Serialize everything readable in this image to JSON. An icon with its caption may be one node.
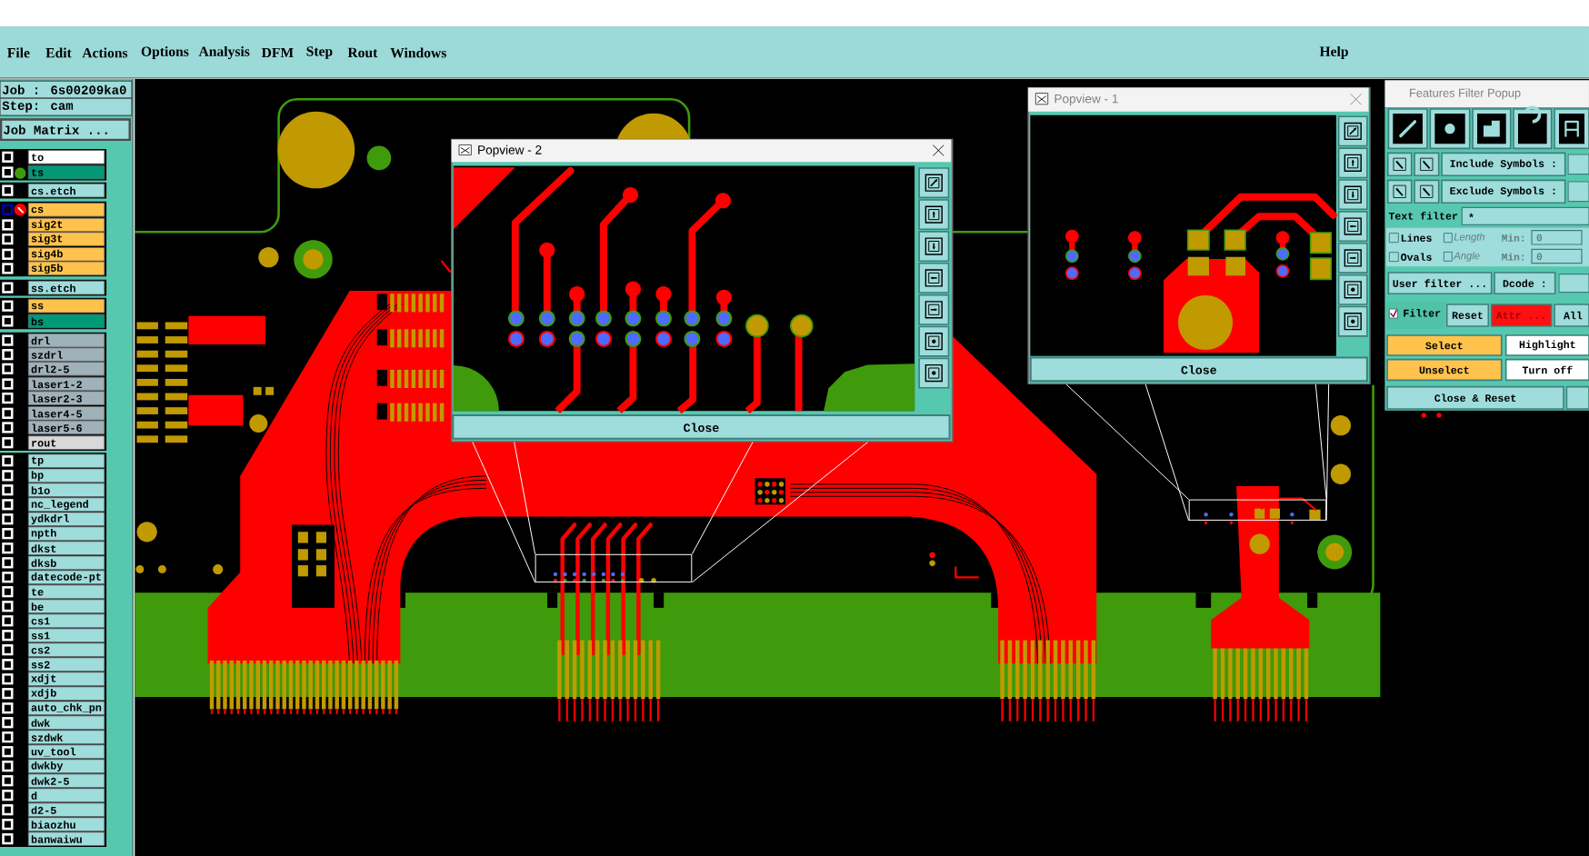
{
  "diagram": {
    "nodes": [
      {
        "text": [
          "Popview - 2",
          "Close"
        ]
      },
      {
        "text": [],
        "shape": "box"
      },
      {
        "text": [
          "Popview - 1",
          "Close"
        ]
      },
      {
        "text": [],
        "shape": "box"
      }
    ],
    "edges": [
      {
        "from": 0,
        "to": 1,
        "arrow": "none"
      },
      {
        "from": 0,
        "to": 1,
        "arrow": "none"
      },
      {
        "from": 0,
        "to": 1,
        "arrow": "none"
      },
      {
        "from": 0,
        "to": 1,
        "arrow": "none"
      },
      {
        "from": 2,
        "to": 3,
        "arrow": "none"
      },
      {
        "from": 2,
        "to": 3,
        "arrow": "none"
      },
      {
        "from": 2,
        "to": 3,
        "arrow": "none"
      },
      {
        "from": 2,
        "to": 3,
        "arrow": "none"
      }
    ],
    "labels": [
      "File",
      "Edit",
      "Actions",
      "Options",
      "Analysis",
      "DFM",
      "Step",
      "Rout",
      "Windows",
      "Help",
      "Job : 6s00209ka0",
      "Step: cam",
      "Job Matrix ...",
      "to",
      "ts",
      "cs.etch",
      "cs",
      "sig2t",
      "sig3t",
      "sig4b",
      "sig5b",
      "ss.etch",
      "ss",
      "bs",
      "drl",
      "szdrl",
      "drl2-5",
      "laser1-2",
      "laser2-3",
      "laser4-5",
      "laser5-6",
      "rout",
      "tp",
      "bp",
      "b1o",
      "nc_legend",
      "ydkdrl",
      "npth",
      "dkst",
      "dksb",
      "datecode-pt",
      "te",
      "be",
      "cs1",
      "ss1",
      "cs2",
      "ss2",
      "xdjt",
      "xdjb",
      "auto_chk_pn",
      "dwk",
      "szdwk",
      "uv_tool",
      "dwkby",
      "dwk2-5",
      "d",
      "d2-5",
      "biaozhu",
      "banwaiwu",
      "Features Filter Popup",
      "Include Symbols :",
      "Exclude Symbols :",
      "Text filter",
      "*",
      "Lines",
      "Ovals",
      "Length",
      "Min:",
      "0",
      "Angle",
      "Min:",
      "0",
      "User filter ...",
      "Dcode :",
      "Filter",
      "Reset",
      "Attr ...",
      "All",
      "Select",
      "Highlight",
      "Unselect",
      "Turn off",
      "Close & Reset"
    ]
  }
}
